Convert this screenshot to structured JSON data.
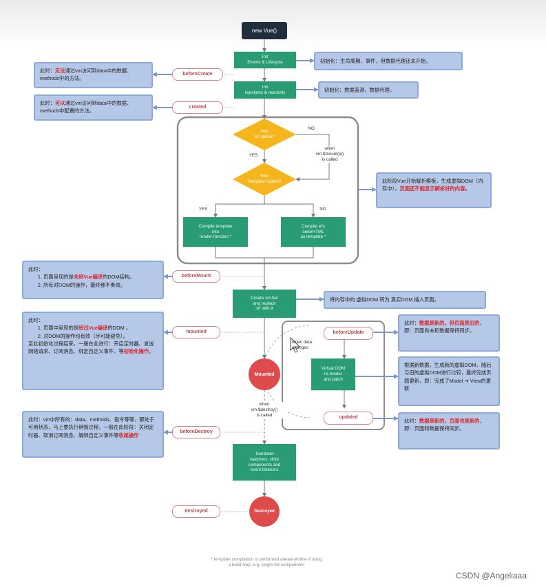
{
  "nodes": {
    "new_vue": "new Vue()",
    "init_events": "Init\nEvents & Lifecycle",
    "init_injections": "Init\ninjections & reactivity",
    "has_el": "Has\n'el' option?",
    "has_template": "Has\n'template' option?",
    "compile_template": "Compile template\ninto\nrender function *",
    "compile_outer": "Compile el's\nouterHTML\nas template *",
    "create_vm_el": "Create vm.$el\nand replace\n'el' with it",
    "virtual_dom": "Virtual DOM\nre-render\nand patch",
    "mounted_circle": "Mounted",
    "teardown": "Teardown\nwatchers, child\ncomponents and\nevent listeners",
    "destroyed_circle": "Destroyed"
  },
  "hooks": {
    "before_create": "beforeCreate",
    "created": "created",
    "before_mount": "beforeMount",
    "mounted": "mounted",
    "before_update": "beforeUpdate",
    "updated": "updated",
    "before_destroy": "beforeDestroy",
    "destroyed": "destroyed"
  },
  "labels": {
    "no_1": "NO",
    "yes_1": "YES",
    "yes_2": "YES",
    "no_2": "NO",
    "when_mount": "when\nvm.$mount(el)\nis called",
    "when_data_changes": "when data\nchanges",
    "when_destroy": "when\nvm.$destroy()\nis called"
  },
  "notes": {
    "init_events_note": "初始化：生命周期、事件，但数据代理还未开始。",
    "init_injections_note": "初始化：数据监测、数据代理。",
    "before_create_note": {
      "prefix": "此时：",
      "red": "无法",
      "suffix": "通过vm访问到data中的数据、methods中的方法。"
    },
    "created_note": {
      "prefix": "此时：",
      "red": "可以",
      "suffix": "通过vm访问到data中的数据、methods中配置的方法。"
    },
    "compile_note": {
      "text": "此阶段Vue开始解析模板，生成虚拟DOM（内存中），",
      "red": "页面还不能显示解析好的内容。"
    },
    "before_mount_note": {
      "title": "此时：",
      "item1_prefix": "页面呈现的是",
      "item1_red": "未经Vue编译",
      "item1_suffix": "的DOM结构。",
      "item2": "所有对DOM的操作，最终都不奏效。"
    },
    "create_el_note": "将内存中的 虚拟DOM 转为 真实DOM 插入页面。",
    "mounted_note": {
      "title": "此时：",
      "item1_prefix": "页面中呈现的是",
      "item1_red": "经过Vue编译",
      "item1_suffix": "的DOM 。",
      "item2": "对DOM的操作均有效（尽可能避免）。",
      "text_prefix": "至此初始化过程结束，一般在此进行：开启定时器、发送网络请求、订阅消息、绑定自定义事件、等",
      "text_red": "初始化操作",
      "text_suffix": "。"
    },
    "before_update_note": {
      "prefix": "此时：",
      "red": "数据是新的，但页面是旧的",
      "suffix": "，即：页面尚未和数据保持同步。"
    },
    "virtual_dom_note": "根据新数据，生成新的虚拟DOM，随后与旧的虚拟DOM进行比较，最终完成页面更新，即：完成了Model ➔ View的更新",
    "updated_note": {
      "prefix": "此时：",
      "red": "数据是新的，页面也是新的",
      "suffix": "，即：页面和数据保持同步。"
    },
    "before_destroy_note": {
      "prefix": "此时：vm中所有的：data、methods、指令等等，都处于可用状态，马上要执行销毁过程，一般在此阶段：关闭定时器、取消订阅消息、解绑自定义事件等",
      "red": "收尾操作"
    }
  },
  "footnote": "* template compilation is performed ahead-of-time if using\na build step, e.g. single-file components",
  "watermark": "CSDN @Angeliaaa",
  "colors": {
    "green": "#2a9c74",
    "dark": "#1f2d3d",
    "diamond": "#f5b51c",
    "hook_border": "#d98484",
    "hook_text": "#c0464f",
    "note_bg": "#b6c8e7",
    "circle": "#dd4b4b",
    "highlight_red": "#d8262e"
  }
}
